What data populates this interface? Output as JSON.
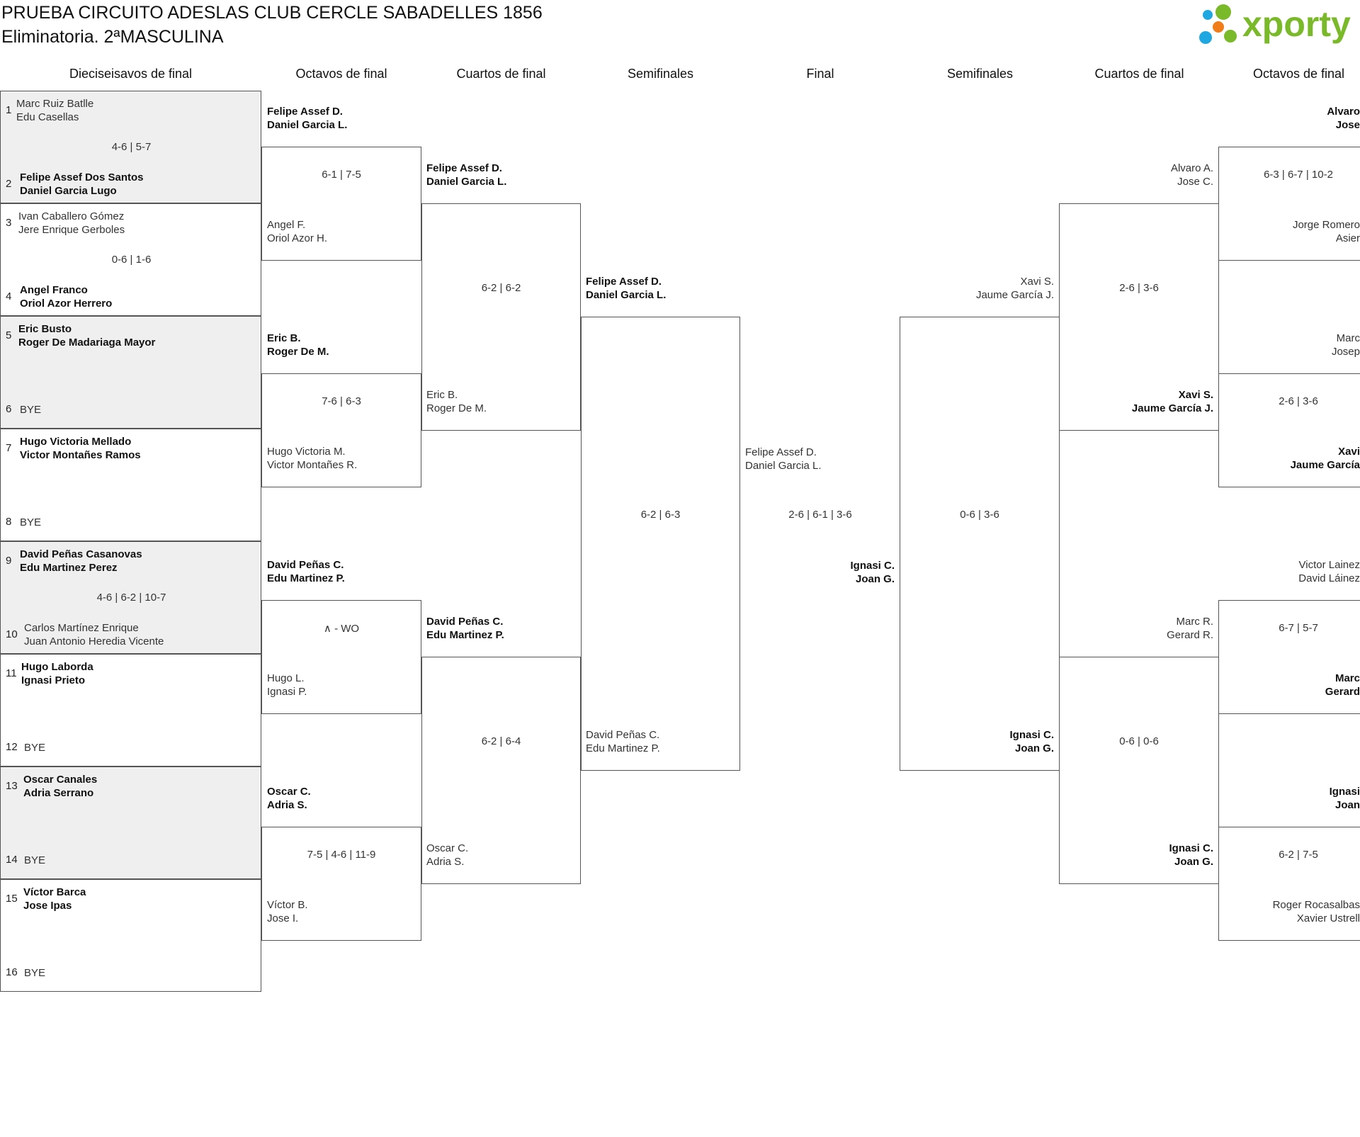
{
  "header": {
    "title": "PRUEBA CIRCUITO ADESLAS CLUB CERCLE SABADELLES 1856",
    "subtitle": "Eliminatoria. 2ªMASCULINA",
    "logo_text": "xporty",
    "colors": {
      "logo_green": "#7ab929",
      "logo_blue": "#1ea7e1",
      "logo_orange": "#f07d1a"
    }
  },
  "rounds": {
    "left": [
      "Dieciseisavos de final",
      "Octavos de final",
      "Cuartos de final",
      "Semifinales"
    ],
    "center": "Final",
    "right": [
      "Semifinales",
      "Cuartos de final",
      "Octavos de final"
    ]
  },
  "r1_matches": [
    {
      "s1": "1",
      "p1a": "Marc Ruiz Batlle",
      "p1b": "Edu Casellas",
      "s2": "2",
      "p2a": "Felipe Assef Dos Santos",
      "p2b": "Daniel Garcia Lugo",
      "score": "4-6 | 5-7"
    },
    {
      "s1": "3",
      "p1a": "Ivan Caballero Gómez",
      "p1b": "Jere Enrique Gerboles",
      "s2": "4",
      "p2a": "Angel Franco",
      "p2b": "Oriol Azor Herrero",
      "score": "0-6 | 1-6"
    },
    {
      "s1": "5",
      "p1a": "Eric Busto",
      "p1b": "Roger De Madariaga Mayor",
      "s2": "6",
      "p2a": "BYE",
      "p2b": "",
      "score": ""
    },
    {
      "s1": "7",
      "p1a": "Hugo Victoria Mellado",
      "p1b": "Victor Montañes Ramos",
      "s2": "8",
      "p2a": "BYE",
      "p2b": "",
      "score": ""
    },
    {
      "s1": "9",
      "p1a": "David Peñas Casanovas",
      "p1b": "Edu Martinez Perez",
      "s2": "10",
      "p2a": "Carlos Martínez Enrique",
      "p2b": "Juan Antonio Heredia Vicente",
      "score": "4-6 | 6-2 | 10-7"
    },
    {
      "s1": "11",
      "p1a": "Hugo Laborda",
      "p1b": "Ignasi Prieto",
      "s2": "12",
      "p2a": "BYE",
      "p2b": "",
      "score": ""
    },
    {
      "s1": "13",
      "p1a": "Oscar Canales",
      "p1b": "Adria Serrano",
      "s2": "14",
      "p2a": "BYE",
      "p2b": "",
      "score": ""
    },
    {
      "s1": "15",
      "p1a": "Víctor Barca",
      "p1b": "Jose Ipas",
      "s2": "16",
      "p2a": "BYE",
      "p2b": "",
      "score": ""
    }
  ],
  "left_r16": [
    {
      "t1a": "Felipe Assef D.",
      "t1b": "Daniel Garcia L.",
      "t2a": "Angel F.",
      "t2b": "Oriol Azor H.",
      "score": "6-1 | 7-5"
    },
    {
      "t1a": "Eric B.",
      "t1b": "Roger De M.",
      "t2a": "Hugo Victoria M.",
      "t2b": "Victor Montañes R.",
      "score": "7-6 | 6-3"
    },
    {
      "t1a": "David Peñas C.",
      "t1b": "Edu Martinez P.",
      "t2a": "Hugo L.",
      "t2b": "Ignasi P.",
      "score": "∧ - WO"
    },
    {
      "t1a": "Oscar C.",
      "t1b": "Adria S.",
      "t2a": "Víctor B.",
      "t2b": "Jose I.",
      "score": "7-5 | 4-6 | 11-9"
    }
  ],
  "left_qf": [
    {
      "t1a": "Felipe Assef D.",
      "t1b": "Daniel Garcia L.",
      "t2a": "Eric B.",
      "t2b": "Roger De M.",
      "score": "6-2 | 6-2"
    },
    {
      "t1a": "David Peñas C.",
      "t1b": "Edu Martinez P.",
      "t2a": "Oscar C.",
      "t2b": "Adria S.",
      "score": "6-2 | 6-4"
    }
  ],
  "left_sf": {
    "t1a": "Felipe Assef D.",
    "t1b": "Daniel Garcia L.",
    "t2a": "David Peñas C.",
    "t2b": "Edu Martinez P.",
    "score": "6-2 | 6-3"
  },
  "final": {
    "t1a": "Felipe Assef D.",
    "t1b": "Daniel Garcia L.",
    "t2a": "Ignasi C.",
    "t2b": "Joan G.",
    "score": "2-6 | 6-1 | 3-6"
  },
  "right_sf": {
    "t1a": "Xavi S.",
    "t1b": "Jaume García J.",
    "t2a": "Ignasi C.",
    "t2b": "Joan G.",
    "score": "0-6 | 3-6"
  },
  "right_qf": [
    {
      "t1a": "Alvaro A.",
      "t1b": "Jose C.",
      "t2a": "Xavi S.",
      "t2b": "Jaume García J.",
      "score": "2-6 | 3-6"
    },
    {
      "t1a": "Marc R.",
      "t1b": "Gerard R.",
      "t2a": "Ignasi C.",
      "t2b": "Joan G.",
      "score": "0-6 | 0-6"
    }
  ],
  "right_r16": [
    {
      "t1a": "Alvaro",
      "t1b": "Jose",
      "t2a": "Jorge Romero",
      "t2b": "Asier",
      "score": "6-3 | 6-7 | 10-2"
    },
    {
      "t1a": "Marc",
      "t1b": "Josep",
      "t2a": "Xavi",
      "t2b": "Jaume García",
      "score": "2-6 | 3-6"
    },
    {
      "t1a": "Victor Lainez",
      "t1b": "David Láinez",
      "t2a": "Marc",
      "t2b": "Gerard",
      "score": "6-7 | 5-7"
    },
    {
      "t1a": "Ignasi",
      "t1b": "Joan",
      "t2a": "Roger Rocasalbas",
      "t2b": "Xavier Ustrell",
      "score": "6-2 | 7-5"
    }
  ]
}
